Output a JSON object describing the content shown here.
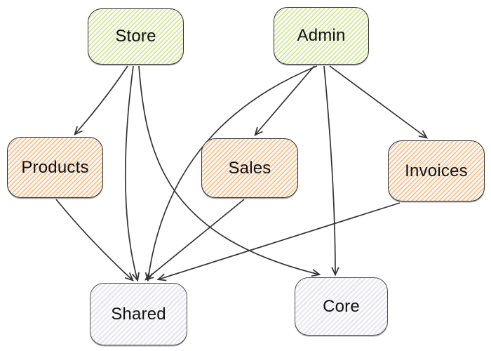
{
  "diagram": {
    "type": "dependency-graph",
    "background": "#ffffff",
    "edge_color": "#333333",
    "node_styles": {
      "green": {
        "fill_stripe": "#cfe39b",
        "fill_bg": "#f8fbee",
        "border": "#2f2f2f"
      },
      "orange": {
        "fill_stripe": "#f1bd8c",
        "fill_bg": "#fdf5ec",
        "border": "#2f2f2f"
      },
      "gray": {
        "fill_stripe": "#e2e2ea",
        "fill_bg": "#fbfbfd",
        "border": "#4d4d58"
      }
    },
    "nodes": [
      {
        "id": "store",
        "label": "Store",
        "style": "green"
      },
      {
        "id": "admin",
        "label": "Admin",
        "style": "green"
      },
      {
        "id": "products",
        "label": "Products",
        "style": "orange"
      },
      {
        "id": "sales",
        "label": "Sales",
        "style": "orange"
      },
      {
        "id": "invoices",
        "label": "Invoices",
        "style": "orange"
      },
      {
        "id": "shared",
        "label": "Shared",
        "style": "gray"
      },
      {
        "id": "core",
        "label": "Core",
        "style": "gray"
      }
    ],
    "edges": [
      {
        "from": "Store",
        "to": "Products"
      },
      {
        "from": "Store",
        "to": "Shared"
      },
      {
        "from": "Store",
        "to": "Core"
      },
      {
        "from": "Admin",
        "to": "Sales"
      },
      {
        "from": "Admin",
        "to": "Invoices"
      },
      {
        "from": "Admin",
        "to": "Shared"
      },
      {
        "from": "Admin",
        "to": "Core"
      },
      {
        "from": "Products",
        "to": "Shared"
      },
      {
        "from": "Sales",
        "to": "Shared"
      },
      {
        "from": "Invoices",
        "to": "Shared"
      }
    ]
  }
}
